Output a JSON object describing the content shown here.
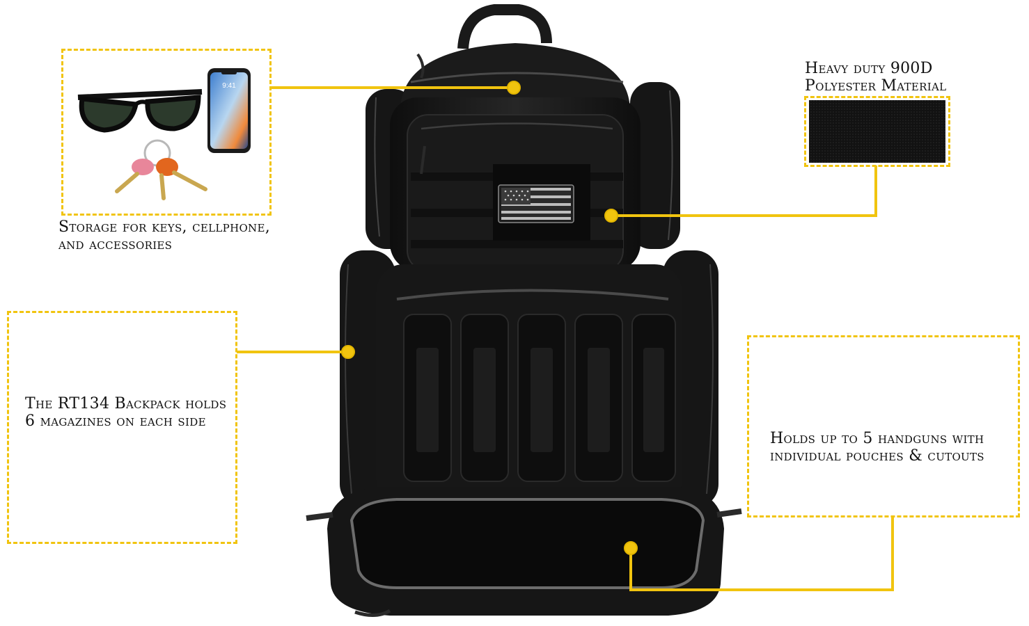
{
  "callouts": {
    "storage": {
      "label_line1": "Storage for keys, cellphone,",
      "label_line2": "and accessories"
    },
    "material": {
      "label_line1": "Heavy duty 900D",
      "label_line2": "Polyester Material"
    },
    "magazines": {
      "label_line1": "The RT134 Backpack holds",
      "label_line2": "6 magazines on each side"
    },
    "handguns": {
      "label_line1": "Holds up to 5 handguns with",
      "label_line2": "individual pouches & cutouts"
    }
  },
  "phone": {
    "time": "9:41"
  },
  "colors": {
    "accent": "#f1c40f",
    "bag": "#1c1c1c",
    "fabric": "#111111"
  },
  "icons": [
    "sunglasses-icon",
    "smartphone-icon",
    "keys-icon",
    "us-flag-patch-icon",
    "backpack-icon",
    "fabric-swatch-icon"
  ]
}
